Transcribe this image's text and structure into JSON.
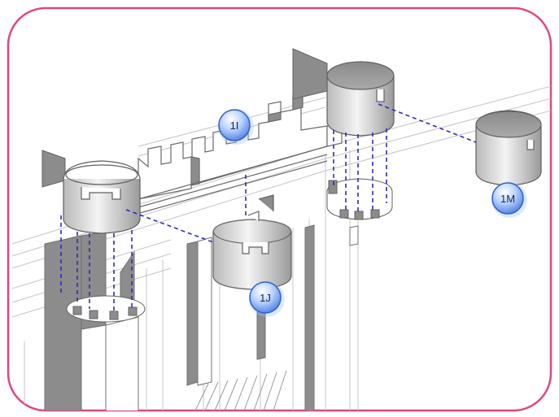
{
  "colors": {
    "frame_border": "#e0467f",
    "outline": "#6f6f6f",
    "guide_line": "#2b2bc4",
    "wall_fill": "#8c8c8c",
    "badge_fill": "#9ec0ff",
    "badge_dark": "#2f5fd0"
  },
  "diagram": {
    "callouts": [
      {
        "id": "1I",
        "label": "1I"
      },
      {
        "id": "1J",
        "label": "1J"
      },
      {
        "id": "1M",
        "label": "1M"
      }
    ]
  }
}
